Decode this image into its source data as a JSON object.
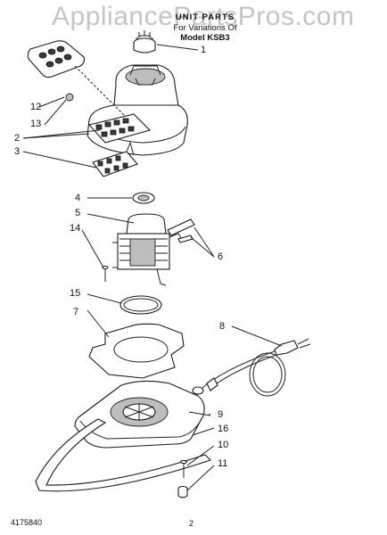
{
  "watermark": "AppliancePartsPros.com",
  "header": {
    "title": "UNIT PARTS",
    "subtitle": "For Variations Of",
    "model": "Model KSB3"
  },
  "callouts": [
    "1",
    "12",
    "13",
    "2",
    "3",
    "4",
    "5",
    "14",
    "6",
    "15",
    "7",
    "8",
    "9",
    "16",
    "10",
    "11"
  ],
  "footer": {
    "part_number": "4175840",
    "page": "2"
  }
}
